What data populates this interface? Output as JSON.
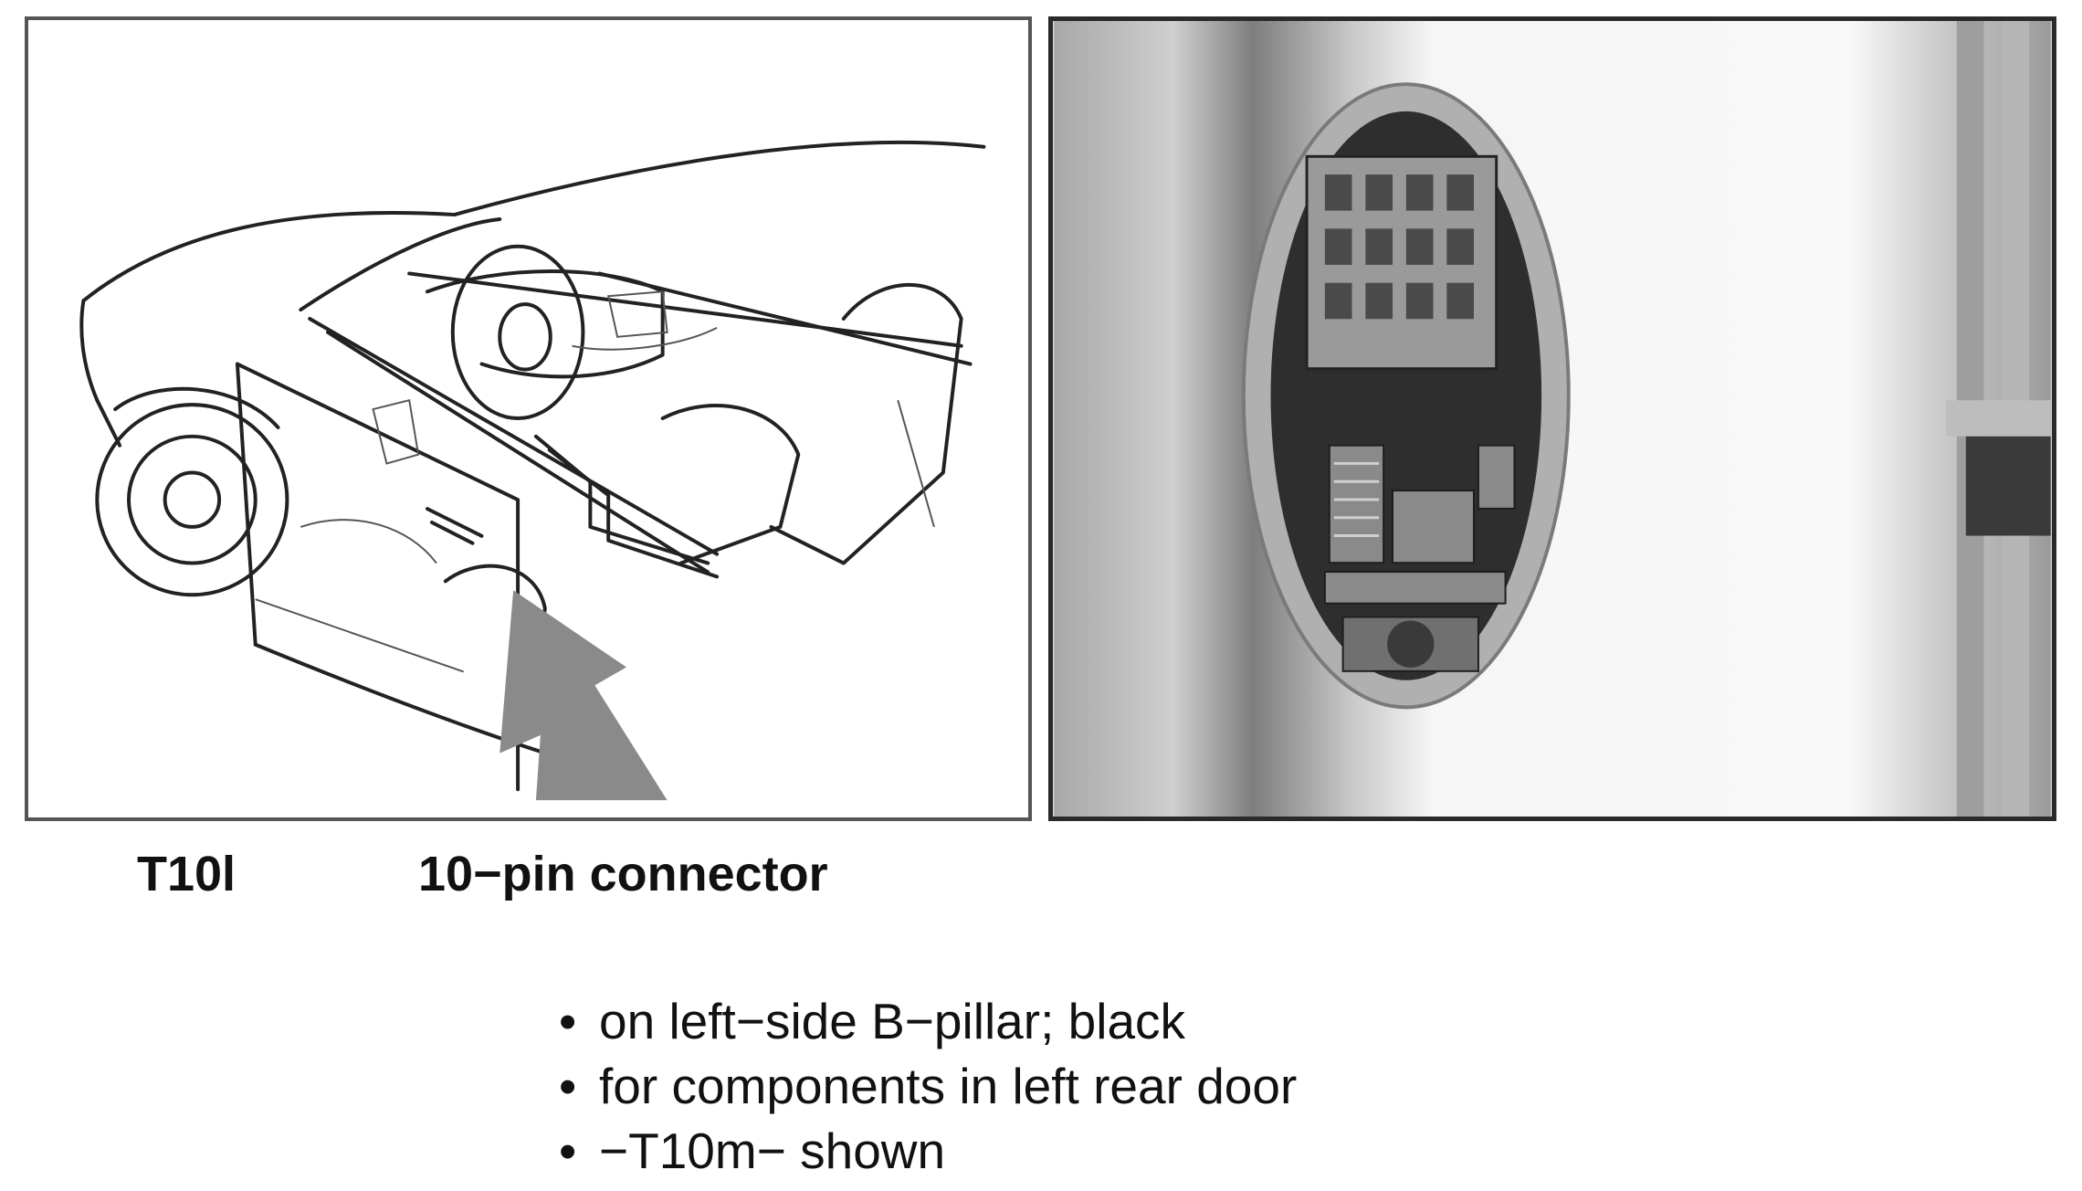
{
  "figure": {
    "left_image": {
      "icon": "car-interior-line-drawing-with-arrow",
      "arrow_color": "#8a8a8a"
    },
    "right_image": {
      "icon": "b-pillar-connector-photo"
    }
  },
  "caption": {
    "connector_id": "T10l",
    "connector_description": "10−pin connector"
  },
  "notes": [
    "on left−side B−pillar; black",
    "for components in left rear door",
    "−T10m− shown"
  ]
}
